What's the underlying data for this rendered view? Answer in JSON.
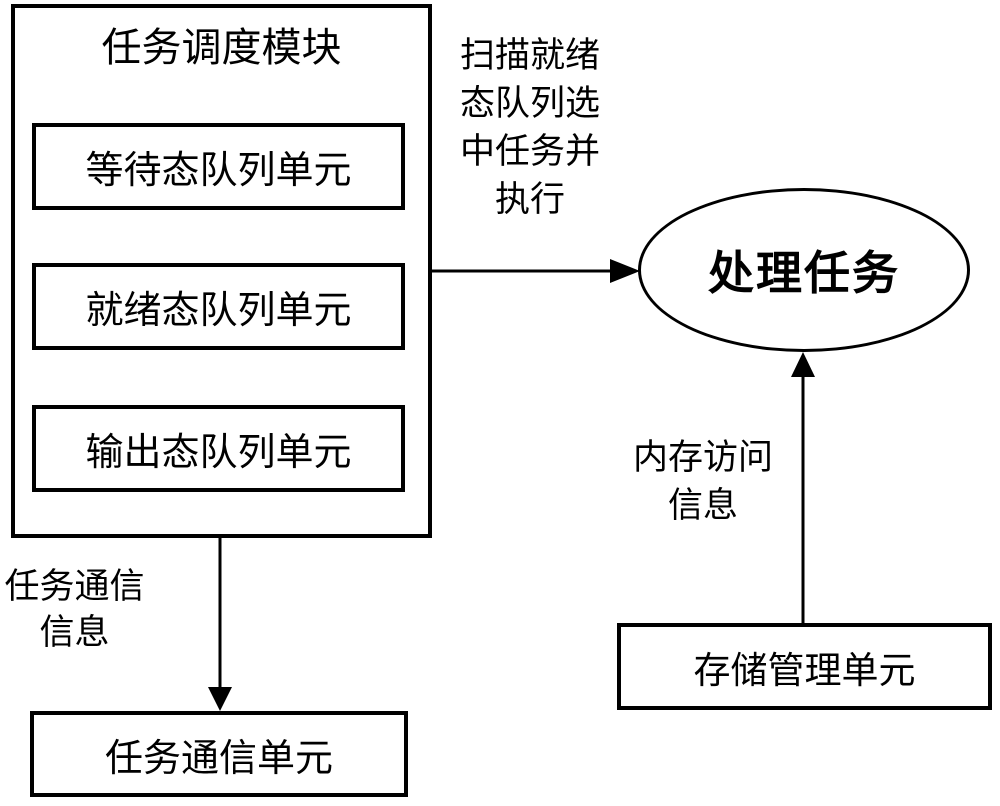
{
  "diagram": {
    "scheduler": {
      "title": "任务调度模块",
      "units": [
        {
          "label": "等待态队列单元"
        },
        {
          "label": "就绪态队列单元"
        },
        {
          "label": "输出态队列单元"
        }
      ]
    },
    "process_task": {
      "label": "处理任务"
    },
    "storage_unit": {
      "label": "存储管理单元"
    },
    "comm_unit": {
      "label": "任务通信单元"
    },
    "annotations": {
      "scan_execute": {
        "lines": [
          "扫描就绪",
          "态队列选",
          "中任务并",
          "执行"
        ]
      },
      "memory_access": {
        "lines": [
          "内存访问",
          "信息"
        ]
      },
      "task_comm": {
        "lines": [
          "任务通信",
          "信息"
        ]
      }
    },
    "colors": {
      "line": "#000000",
      "background": "#ffffff"
    }
  }
}
